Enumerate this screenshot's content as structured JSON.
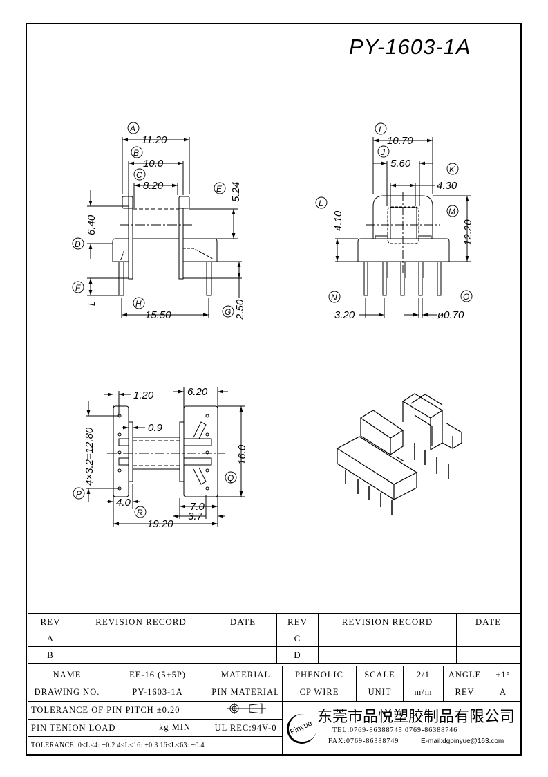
{
  "title": "PY-1603-1A",
  "dims": {
    "A": "A",
    "B": "B",
    "C": "C",
    "D": "D",
    "E": "E",
    "F": "F",
    "G": "G",
    "H": "H",
    "I": "I",
    "J": "J",
    "K": "K",
    "L": "L",
    "M": "M",
    "N": "N",
    "O": "O",
    "P": "P",
    "Q": "Q",
    "R": "R",
    "a": "11.20",
    "b": "10.0",
    "c": "8.20",
    "d": "6.40",
    "e": "5.24",
    "f": "L",
    "g": "2.50",
    "h": "15.50",
    "i": "10.70",
    "j": "5.60",
    "k": "4.30",
    "l": "4.10",
    "m": "12.20",
    "n": "3.20",
    "o": "ø0.70",
    "p": "4×3.2=12.80",
    "q": "16.0",
    "r": "4.0",
    "s": "1.20",
    "t": "6.20",
    "u": "0.9",
    "v": "7.0",
    "w": "3.7",
    "x": "19.20"
  },
  "revision": {
    "headers": [
      "REV",
      "REVISION RECORD",
      "DATE",
      "REV",
      "REVISION RECORD",
      "DATE"
    ],
    "rows": [
      [
        "A",
        "",
        "",
        "C",
        "",
        ""
      ],
      [
        "B",
        "",
        "",
        "D",
        "",
        ""
      ]
    ]
  },
  "titleblock": {
    "name_label": "NAME",
    "name": "EE-16 (5+5P)",
    "material_label": "MATERIAL",
    "material": "PHENOLIC",
    "scale_label": "SCALE",
    "scale": "2/1",
    "angle_label": "ANGLE",
    "angle": "±1°",
    "drawing_no_label": "DRAWING NO.",
    "drawing_no": "PY-1603-1A",
    "pin_material_label": "PIN MATERIAL",
    "pin_material": "CP WIRE",
    "unit_label": "UNIT",
    "unit": "m/m",
    "rev_label": "REV",
    "rev": "A",
    "pin_pitch": "TOLERANCE OF PIN PITCH ±0.20",
    "pin_load_label": "PIN TENION LOAD",
    "pin_load_unit": "kg MIN",
    "ul": "UL REC:94V-0",
    "tolerance": "TOLERANCE: 0<L≤4: ±0.2   4<L≤16: ±0.3   16<L≤63: ±0.4",
    "logo": "Pinyue",
    "company": "东莞市品悦塑胶制品有限公司",
    "tel": "TEL:0769-86388745     0769-86388746",
    "fax": "FAX:0769-86388749",
    "email": "E-mail:dgpinyue@163.com"
  }
}
